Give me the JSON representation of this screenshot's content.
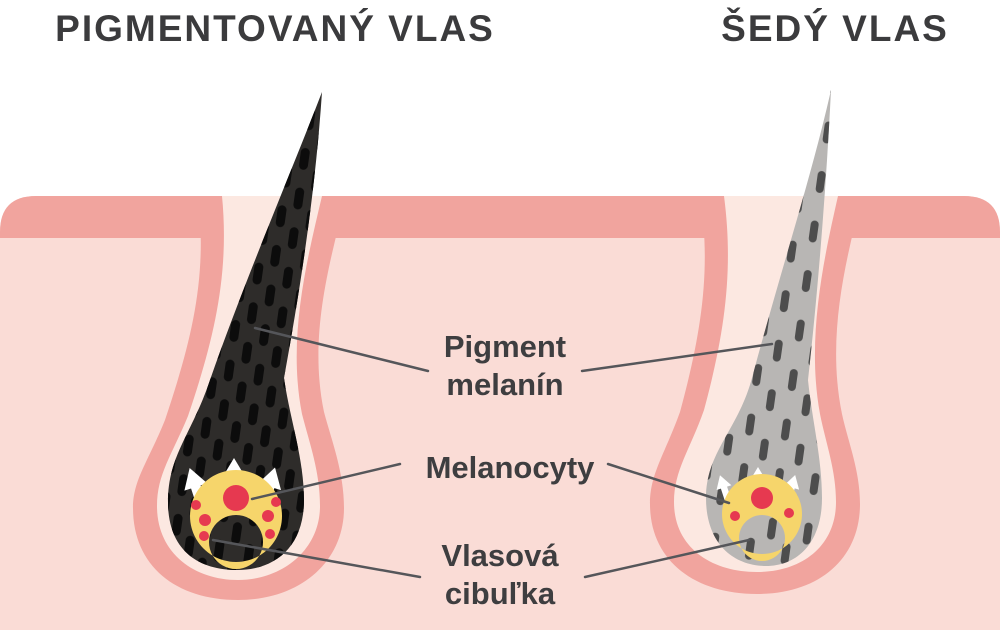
{
  "titles": {
    "left": "PIGMENTOVANÝ VLAS",
    "right": "ŠEDÝ VLAS"
  },
  "labels": {
    "pigment": "Pigment\nmelanín",
    "melanocytes": "Melanocyty",
    "bulb": "Vlasová\ncibuľka"
  },
  "colors": {
    "text": "#3e3e40",
    "skin_light": "#fadcd6",
    "skin_dark_band": "#f1a49e",
    "follicle_wall": "#f1a49e",
    "follicle_inner": "#fce8e1",
    "hair_pigmented": "#2e2c2a",
    "hair_gray": "#b8b6b4",
    "dash_pigmented": "#0c0c0c",
    "dash_gray": "#4d4d4d",
    "matrix_yellow": "#f6d56b",
    "melanocyte_red": "#e63950",
    "arrow_white": "#ffffff",
    "pointer_line": "#55565a"
  }
}
